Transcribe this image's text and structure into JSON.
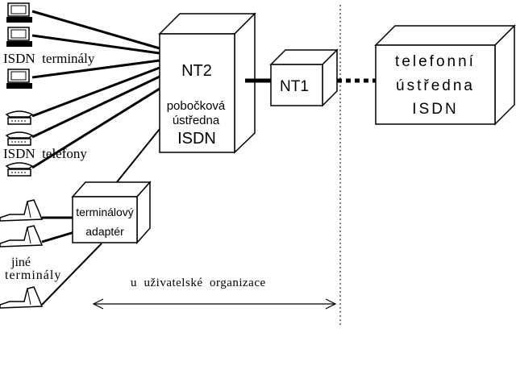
{
  "nt2": {
    "title": "NT2",
    "line1": "pobočková",
    "line2": "ústředna",
    "line3": "ISDN"
  },
  "nt1": {
    "title": "NT1"
  },
  "exchange": {
    "line1": "telefonní",
    "line2": "ústředna",
    "line3": "ISDN"
  },
  "adapter": {
    "line1": "terminálový",
    "line2": "adaptér"
  },
  "labels": {
    "isdn_terminals": "ISDN  terminály",
    "isdn_phones": "ISDN  telefony",
    "other_line1": "jiné",
    "other_line2": "terminály",
    "user_org": "u  uživatelské  organizace"
  },
  "icons": {
    "terminal": "computer-terminal-icon",
    "phone": "isdn-telephone-icon",
    "other_terminal": "analog-terminal-icon"
  },
  "colors": {
    "ink": "#000000",
    "background": "#ffffff"
  }
}
